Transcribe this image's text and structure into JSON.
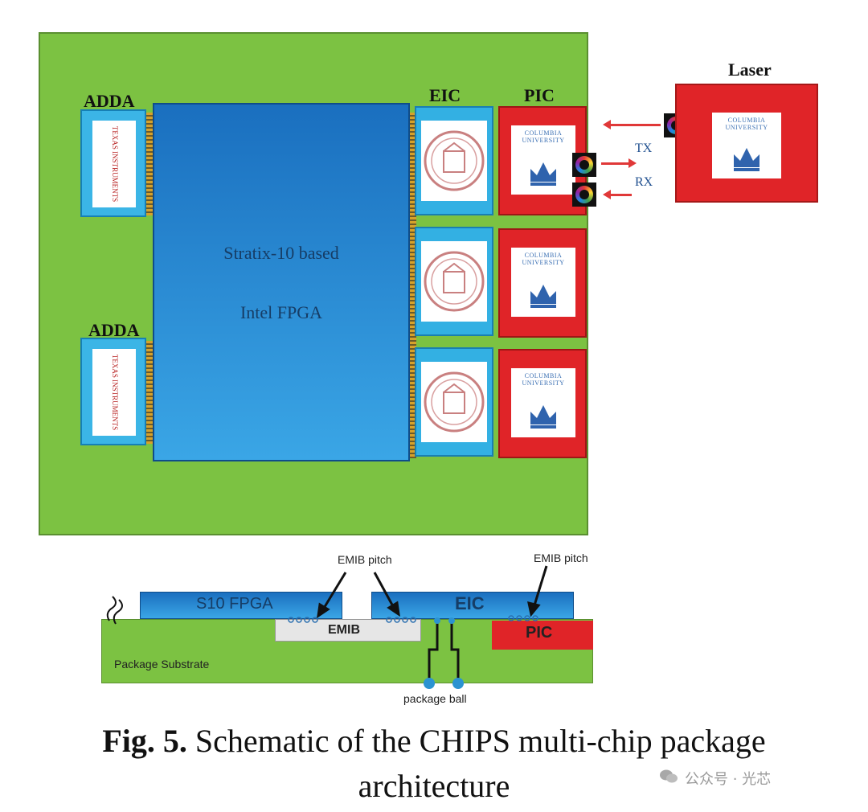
{
  "top": {
    "adda_label": "ADDA",
    "eic_label": "EIC",
    "pic_label": "PIC",
    "laser_label": "Laser",
    "fpga_line1": "Stratix-10 based",
    "fpga_line2": "Intel FPGA",
    "ti_logo_text": "TEXAS INSTRUMENTS",
    "columbia_logo_text": "COLUMBIA UNIVERSITY",
    "tx_label": "TX",
    "rx_label": "RX"
  },
  "cross_section": {
    "emib_pitch_label": "EMIB pitch",
    "s10_fpga_label": "S10 FPGA",
    "eic_label": "EIC",
    "emib_label": "EMIB",
    "pic_label": "PIC",
    "substrate_label": "Package Substrate",
    "package_ball_label": "package ball"
  },
  "caption": {
    "prefix": "Fig. 5.",
    "line1_rest": " Schematic of the CHIPS multi-chip package",
    "line2": "architecture"
  },
  "watermark": {
    "text": "公众号 · 光芯"
  },
  "colors": {
    "board_green": "#7cc242",
    "fpga_blue": "#1a6fbf",
    "eic_blue": "#33b0e3",
    "pic_red": "#e02428",
    "arrow_red": "#e03838"
  },
  "icons": [
    "texas-instruments-logo",
    "cornell-seal-logo",
    "columbia-crown-logo",
    "optical-coupler-icon",
    "wechat-icon"
  ]
}
